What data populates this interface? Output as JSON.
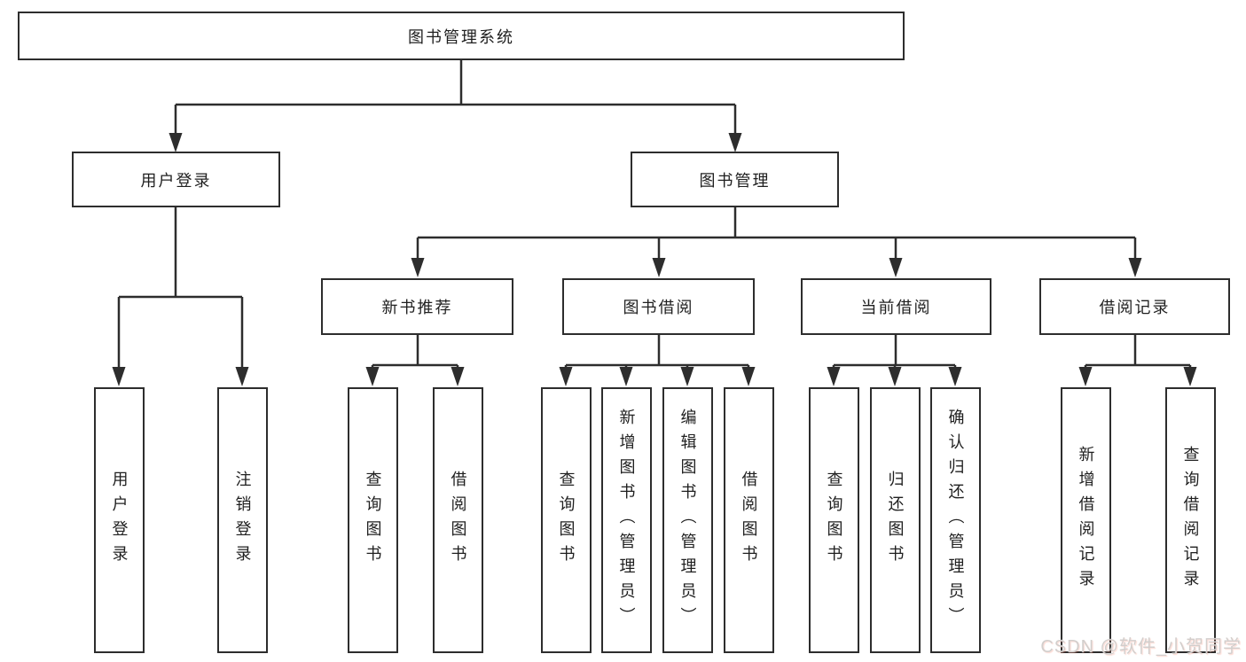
{
  "diagram": {
    "type": "tree",
    "colors": {
      "line": "#2d2d2d",
      "box_border": "#2d2d2d",
      "box_fill": "#ffffff",
      "text": "#1f1f1f",
      "background": "#ffffff",
      "watermark_text": "#d2cecc"
    }
  },
  "tree": {
    "root": {
      "label": "图书管理系统"
    },
    "branches": [
      {
        "label": "用户登录",
        "children": [
          {
            "label": "用户登录"
          },
          {
            "label": "注销登录"
          }
        ]
      },
      {
        "label": "图书管理",
        "children": [
          {
            "label": "新书推荐",
            "children": [
              {
                "label": "查询图书"
              },
              {
                "label": "借阅图书"
              }
            ]
          },
          {
            "label": "图书借阅",
            "children": [
              {
                "label": "查询图书"
              },
              {
                "label": "新增图书（管理员）"
              },
              {
                "label": "编辑图书（管理员）"
              },
              {
                "label": "借阅图书"
              }
            ]
          },
          {
            "label": "当前借阅",
            "children": [
              {
                "label": "查询图书"
              },
              {
                "label": "归还图书"
              },
              {
                "label": "确认归还（管理员）"
              }
            ]
          },
          {
            "label": "借阅记录",
            "children": [
              {
                "label": "新增借阅记录"
              },
              {
                "label": "查询借阅记录"
              }
            ]
          }
        ]
      }
    ]
  },
  "watermark": {
    "text": "CSDN @软件_小贺同学"
  }
}
